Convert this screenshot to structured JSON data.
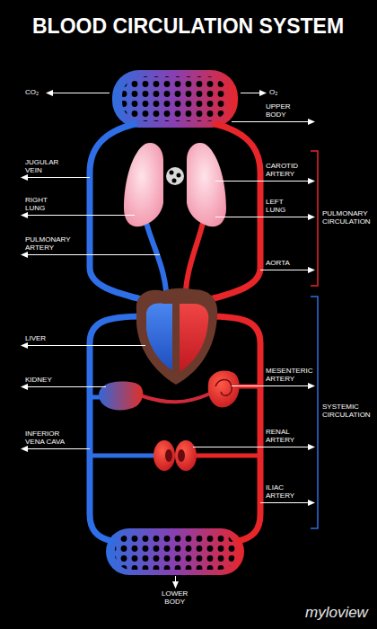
{
  "diagram": {
    "title": "BLOOD CIRCULATION SYSTEM",
    "labels": [
      "CO₂",
      "O₂",
      "UPPER BODY",
      "JUGULAR VEIN",
      "CAROTID ARTERY",
      "RIGHT LUNG",
      "LEFT LUNG",
      "PULMONARY ARTERY",
      "PULMONARY CIRCULATION",
      "AORTA",
      "LIVER",
      "MESENTERIC ARTERY",
      "KIDNEY",
      "SYSTEMIC CIRCULATION",
      "INFERIOR VENA CAVA",
      "RENAL ARTERY",
      "ILIAC ARTERY",
      "LOWER BODY",
      "myloview"
    ]
  }
}
